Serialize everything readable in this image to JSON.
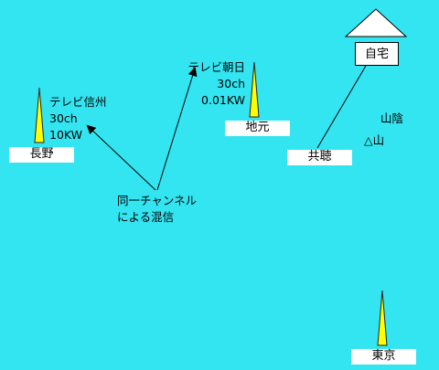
{
  "stations": {
    "nagano": {
      "name": "長野",
      "channel_name": "テレビ信州",
      "channel": "30ch",
      "power": "10KW"
    },
    "local": {
      "name": "地元",
      "channel_name": "テレビ朝日",
      "channel": "30ch",
      "power": "0.01KW"
    },
    "tokyo": {
      "name": "東京"
    }
  },
  "home": "自宅",
  "shared_reception": "共聴",
  "mountain": "山陰",
  "mountain_symbol": "△山",
  "annotation": {
    "line1": "同一チャンネル",
    "line2": "による混信"
  },
  "colors": {
    "background": "#33e5f0",
    "tower_fill": "#ffff00",
    "label_bg": "#ffffff"
  }
}
